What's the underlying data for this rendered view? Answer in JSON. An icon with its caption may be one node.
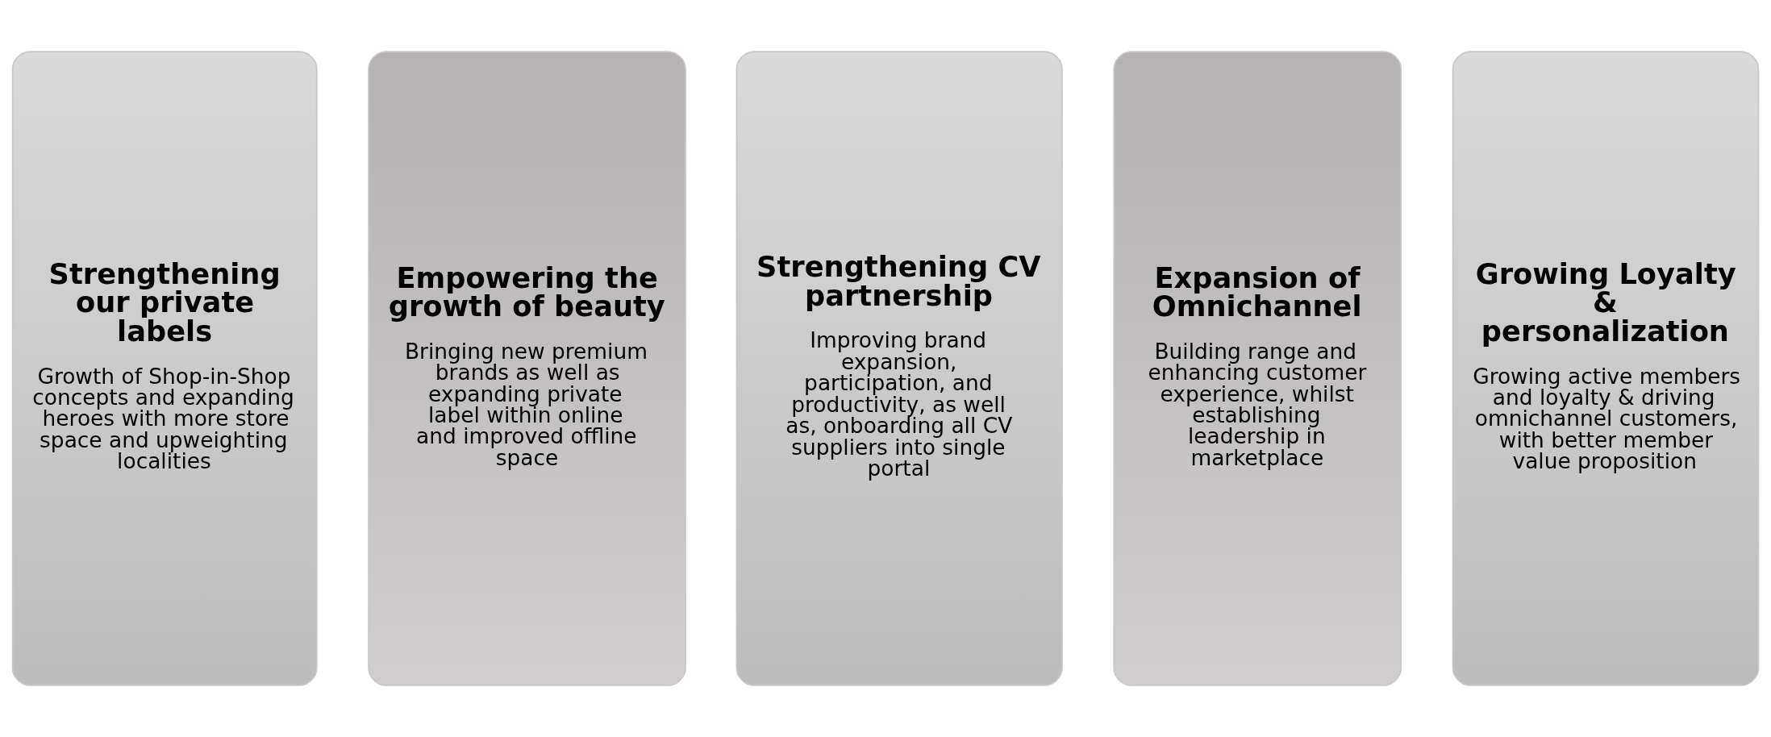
{
  "diagram": {
    "nodes": [
      {
        "text": [
          "Strengthening our private labels",
          "Growth of Shop-in-Shop concepts and expanding heroes with more store space and upweighting localities"
        ]
      },
      {
        "text": [
          "Empowering the growth of beauty",
          "Bringing new premium brands as well as expanding private label within online and improved offline space"
        ]
      },
      {
        "text": [
          "Strengthening CV partnership",
          "Improving brand expansion, participation, and productivity, as well as, onboarding all CV suppliers into single portal"
        ]
      },
      {
        "text": [
          "Expansion of Omnichannel",
          "Building range and enhancing customer experience, whilst establishing leadership in marketplace"
        ]
      },
      {
        "text": [
          "Growing Loyalty & personalization",
          "Growing active members and loyalty & driving omnichannel customers, with better member value proposition"
        ]
      }
    ]
  }
}
